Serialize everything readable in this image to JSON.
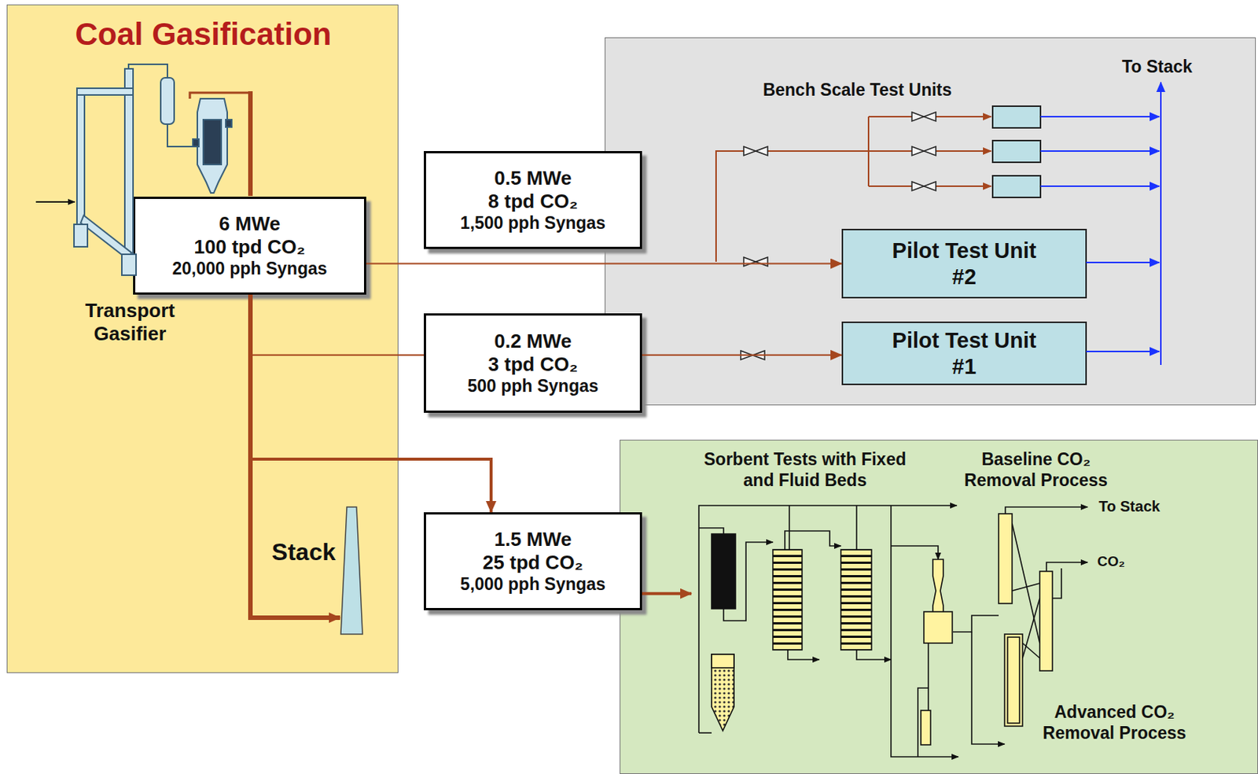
{
  "diagram": {
    "nodes": [
      {
        "text": [
          "Coal Gasification"
        ]
      },
      {
        "text": [
          "6 MWe",
          "100 tpd CO₂",
          "20,000 pph Syngas"
        ],
        "in": 0
      },
      {
        "text": [
          "Stack"
        ],
        "in": 0
      },
      {
        "text": [
          "Bench Scale Test Units"
        ]
      },
      {
        "text": [
          "0.5 MWe",
          "8 tpd CO₂",
          "1,500 pph Syngas"
        ]
      },
      {
        "text": [
          "Pilot Test Unit #2"
        ],
        "in": 3
      },
      {
        "text": [
          "0.2 MWe",
          "3 tpd CO₂",
          "500 pph Syngas"
        ]
      },
      {
        "text": [
          "Pilot Test Unit #1"
        ],
        "in": 3
      },
      {
        "text": [
          "Sorbent Tests with Fixed and Fluid Beds",
          "Baseline CO₂ Removal Process",
          "Advanced CO₂ Removal Process"
        ]
      },
      {
        "text": [
          "1.5 MWe",
          "25 tpd CO₂",
          "5,000 pph Syngas"
        ]
      }
    ],
    "edges": [
      {
        "from": 1,
        "to": 5,
        "arrow": "to"
      },
      {
        "from": 1,
        "to": 6,
        "arrow": "none"
      },
      {
        "from": 6,
        "to": 7,
        "arrow": "to"
      },
      {
        "from": 1,
        "to": 9,
        "arrow": "to"
      },
      {
        "from": 9,
        "to": 8,
        "arrow": "to"
      },
      {
        "from": 1,
        "to": 2,
        "arrow": "to"
      }
    ],
    "labels": [
      "Transport Gasifier",
      "To Stack",
      "To Stack",
      "CO₂"
    ]
  }
}
